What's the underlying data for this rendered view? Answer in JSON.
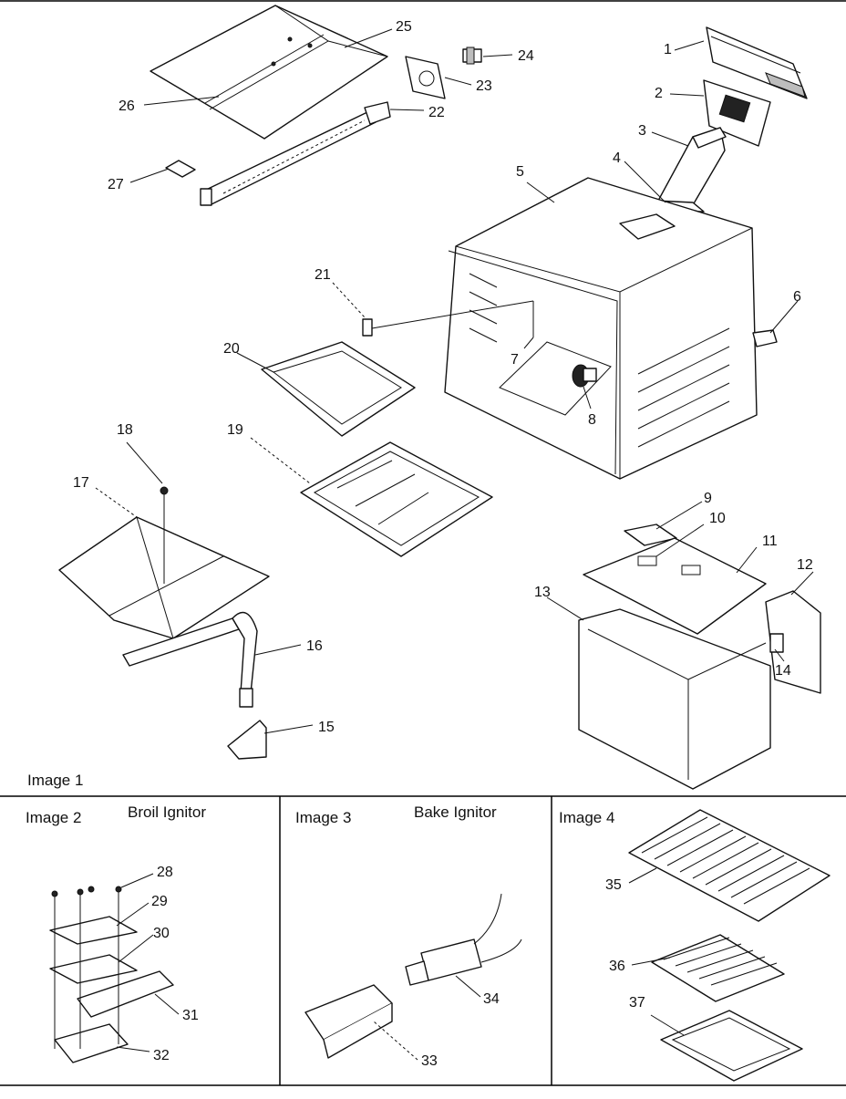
{
  "panels": {
    "image1": {
      "label": "Image 1"
    },
    "image2": {
      "label": "Image 2",
      "title": "Broil Ignitor"
    },
    "image3": {
      "label": "Image 3",
      "title": "Bake Ignitor"
    },
    "image4": {
      "label": "Image 4"
    }
  },
  "callouts": [
    "1",
    "2",
    "3",
    "4",
    "5",
    "6",
    "7",
    "8",
    "9",
    "10",
    "11",
    "12",
    "13",
    "14",
    "15",
    "16",
    "17",
    "18",
    "19",
    "20",
    "21",
    "22",
    "23",
    "24",
    "25",
    "26",
    "27",
    "28",
    "29",
    "30",
    "31",
    "32",
    "33",
    "34",
    "35",
    "36",
    "37"
  ]
}
